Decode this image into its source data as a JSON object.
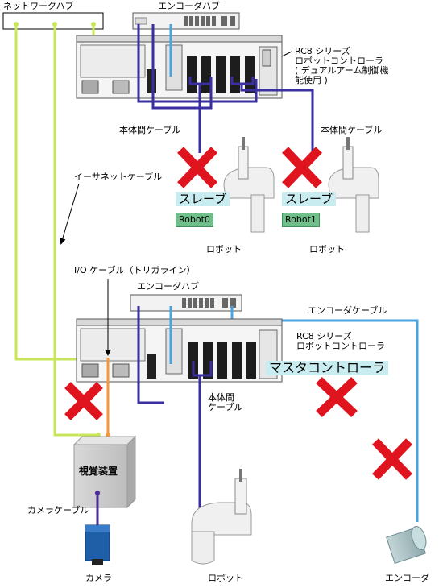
{
  "labels": {
    "network_hub": "ネットワークハブ",
    "encoder_hub_top": "エンコーダハブ",
    "rc8_top": "RC8 シリーズ\nロボットコントローラ\n( デュアルアーム制御機\n能使用 )",
    "body_cable_left": "本体間ケーブル",
    "body_cable_right": "本体間ケーブル",
    "slave_left": "スレーブ",
    "slave_right": "スレーブ",
    "robot0": "Robot0",
    "robot1": "Robot1",
    "robot_left": "ロボット",
    "robot_right": "ロボット",
    "ethernet_cable": "イーサネットケーブル",
    "io_cable": "I/O ケーブル（トリガライン）",
    "encoder_hub_bottom": "エンコーダハブ",
    "encoder_cable": "エンコーダケーブル",
    "rc8_bottom": "RC8 シリーズ\nロボットコントローラ",
    "master_controller": "マスタコントローラ",
    "body_cable_bottom": "本体間\nケーブル",
    "vision_device": "視覚装置",
    "camera_cable": "カメラケーブル",
    "camera": "カメラ",
    "robot_bottom": "ロボット",
    "encoder": "エンコーダ"
  },
  "colors": {
    "ethernet": "#c8e65a",
    "encoder_cable": "#4aa3df",
    "body_cable": "#3a2ea0",
    "io_cable": "#f39a3c",
    "camera_cable": "#4b2a99",
    "cross": "#e0141e",
    "tag_cyan": "#c8ecef",
    "tag_green": "#6fbf8a"
  },
  "icons": [
    "cross-icon",
    "robot-icon",
    "controller-icon",
    "hub-icon",
    "camera-icon",
    "encoder-icon",
    "vision-device-icon",
    "arrow-icon"
  ]
}
